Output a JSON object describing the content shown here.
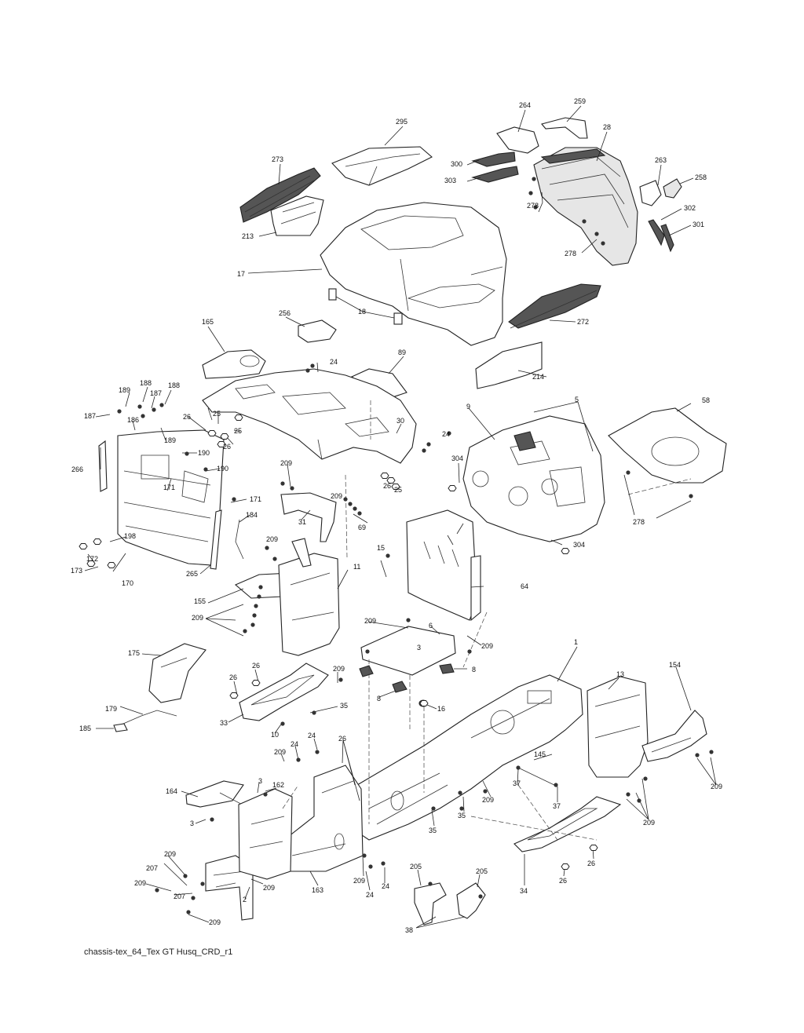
{
  "caption": "chassis-tex_64_Tex GT Husq_CRD_r1",
  "callouts": [
    "1",
    "2",
    "3",
    "5",
    "6",
    "8",
    "9",
    "10",
    "11",
    "13",
    "15",
    "16",
    "17",
    "18",
    "24",
    "25",
    "26",
    "28",
    "30",
    "31",
    "33",
    "34",
    "35",
    "37",
    "38",
    "58",
    "64",
    "69",
    "89",
    "145",
    "154",
    "155",
    "162",
    "163",
    "164",
    "165",
    "170",
    "171",
    "172",
    "173",
    "175",
    "179",
    "184",
    "185",
    "186",
    "187",
    "188",
    "189",
    "190",
    "198",
    "205",
    "207",
    "209",
    "213",
    "214",
    "256",
    "258",
    "259",
    "263",
    "264",
    "265",
    "266",
    "272",
    "273",
    "278",
    "295",
    "300",
    "301",
    "302",
    "303",
    "304"
  ]
}
